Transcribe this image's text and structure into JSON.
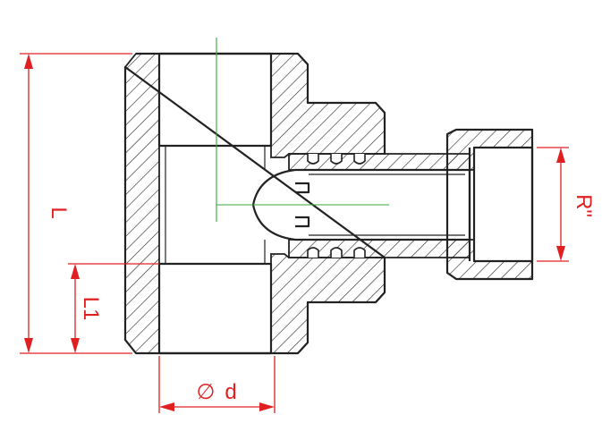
{
  "drawing": {
    "labels": {
      "length": "L",
      "thread_length": "L1",
      "diameter_symbol": "∅",
      "diameter": "d",
      "thread_size": "R\""
    },
    "colors": {
      "outline": "#222222",
      "dimension": "#e02020",
      "centerline": "#3aa53a",
      "background": "#ffffff"
    }
  }
}
